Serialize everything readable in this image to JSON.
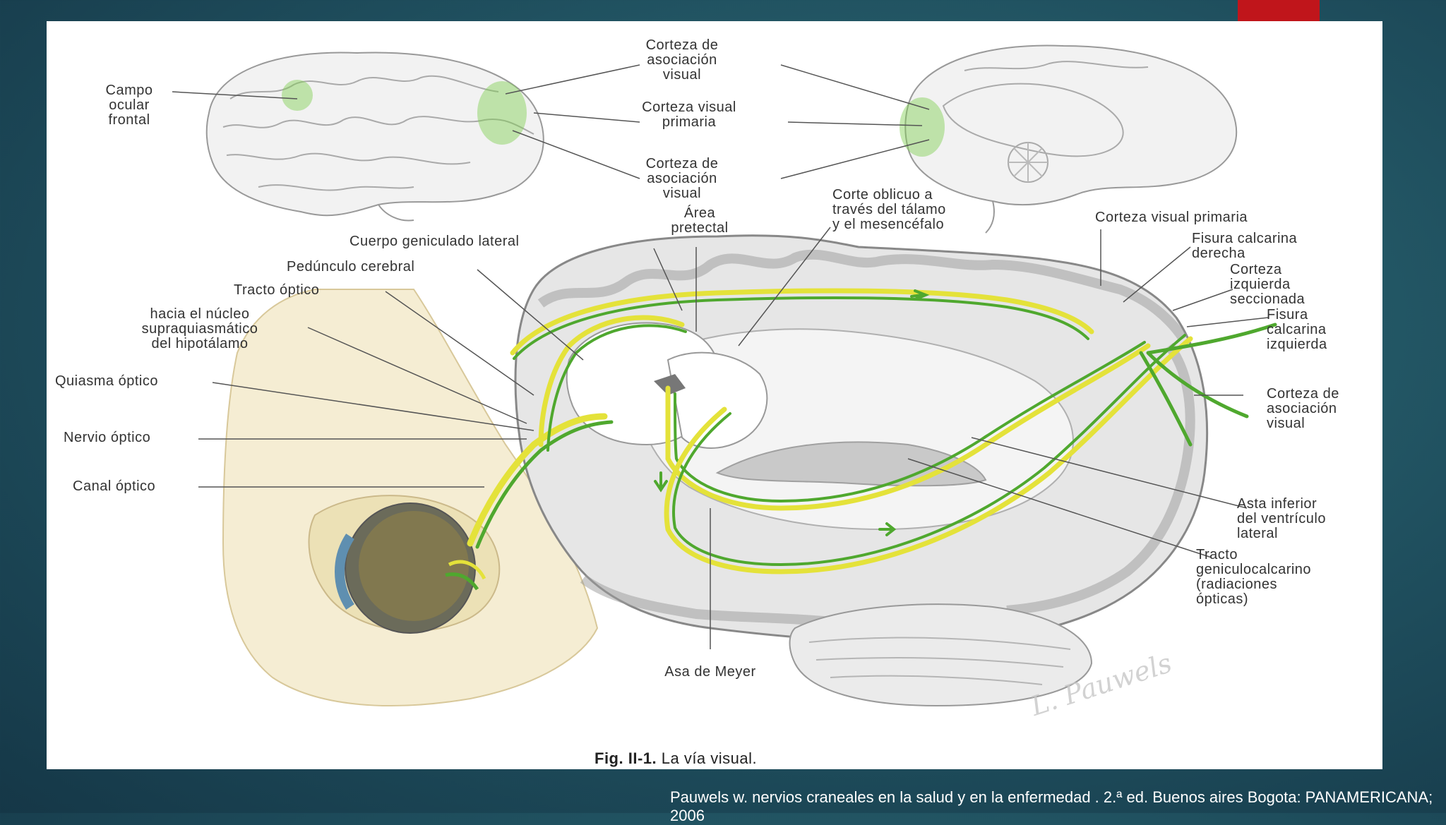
{
  "labels": {
    "campo_ocular_frontal": "Campo\nocular\nfrontal",
    "corteza_asoc_visual_top": "Corteza de\nasociación\nvisual",
    "corteza_visual_primaria_top": "Corteza visual\nprimaria",
    "corteza_asoc_visual_mid": "Corteza de\nasociación\nvisual",
    "corte_oblicuo": "Corte oblicuo a\ntravés del tálamo\ny el mesencéfalo",
    "area_pretectal": "Área\npretectal",
    "cuerpo_geniculado_lateral": "Cuerpo geniculado lateral",
    "pedunculo_cerebral": "Pedúnculo cerebral",
    "tracto_optico": "Tracto óptico",
    "hacia_nucleo": "hacia el núcleo\nsupraquiasmático\ndel hipotálamo",
    "quiasma_optico": "Quiasma óptico",
    "nervio_optico": "Nervio óptico",
    "canal_optico": "Canal óptico",
    "corteza_visual_primaria_right": "Corteza visual primaria",
    "fisura_calcarina_derecha": "Fisura calcarina\nderecha",
    "corteza_izquierda_seccionada": "Corteza\nizquierda\nseccionada",
    "fisura_calcarina_izquierda": "Fisura\ncalcarina\nizquierda",
    "corteza_asoc_visual_right": "Corteza de\nasociación\nvisual",
    "asta_inferior": "Asta inferior\ndel ventrículo\nlateral",
    "tracto_geniculocalcarino": "Tracto\ngeniculocalcarino\n(radiaciones\nópticas)",
    "asa_de_meyer": "Asa de Meyer"
  },
  "caption": {
    "prefix": "Fig. II-1.",
    "text": " La vía visual."
  },
  "citation": "Pauwels w. nervios craneales en la salud y en la enfermedad . 2.ª ed. Buenos aires Bogota: PANAMERICANA; 2006",
  "signature": "L. Pauwels",
  "colors": {
    "background": "#1f4f5e",
    "accent_tab": "#c0151b",
    "pathway_green": "#4fa82e",
    "pathway_yellow": "#e4e23a",
    "panel": "#ffffff"
  }
}
